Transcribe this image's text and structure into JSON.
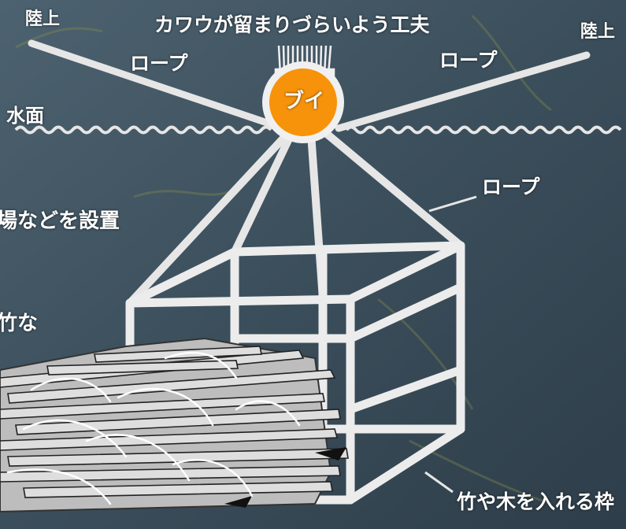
{
  "labels": {
    "land_left": "陸上",
    "land_right": "陸上",
    "top_caption": "カワウが留まりづらいよう工夫",
    "rope_left": "ロープ",
    "rope_right": "ロープ",
    "rope_mid": "ロープ",
    "buoy": "ブイ",
    "water_surface": "水面",
    "left_text_1": "場などを設置",
    "left_text_2": "竹な",
    "frame_label": "竹や木を入れる枠"
  },
  "colors": {
    "water": "#3f5361",
    "line": "#e6e6e6",
    "buoy": "#f7930a",
    "text": "#ffffff"
  }
}
